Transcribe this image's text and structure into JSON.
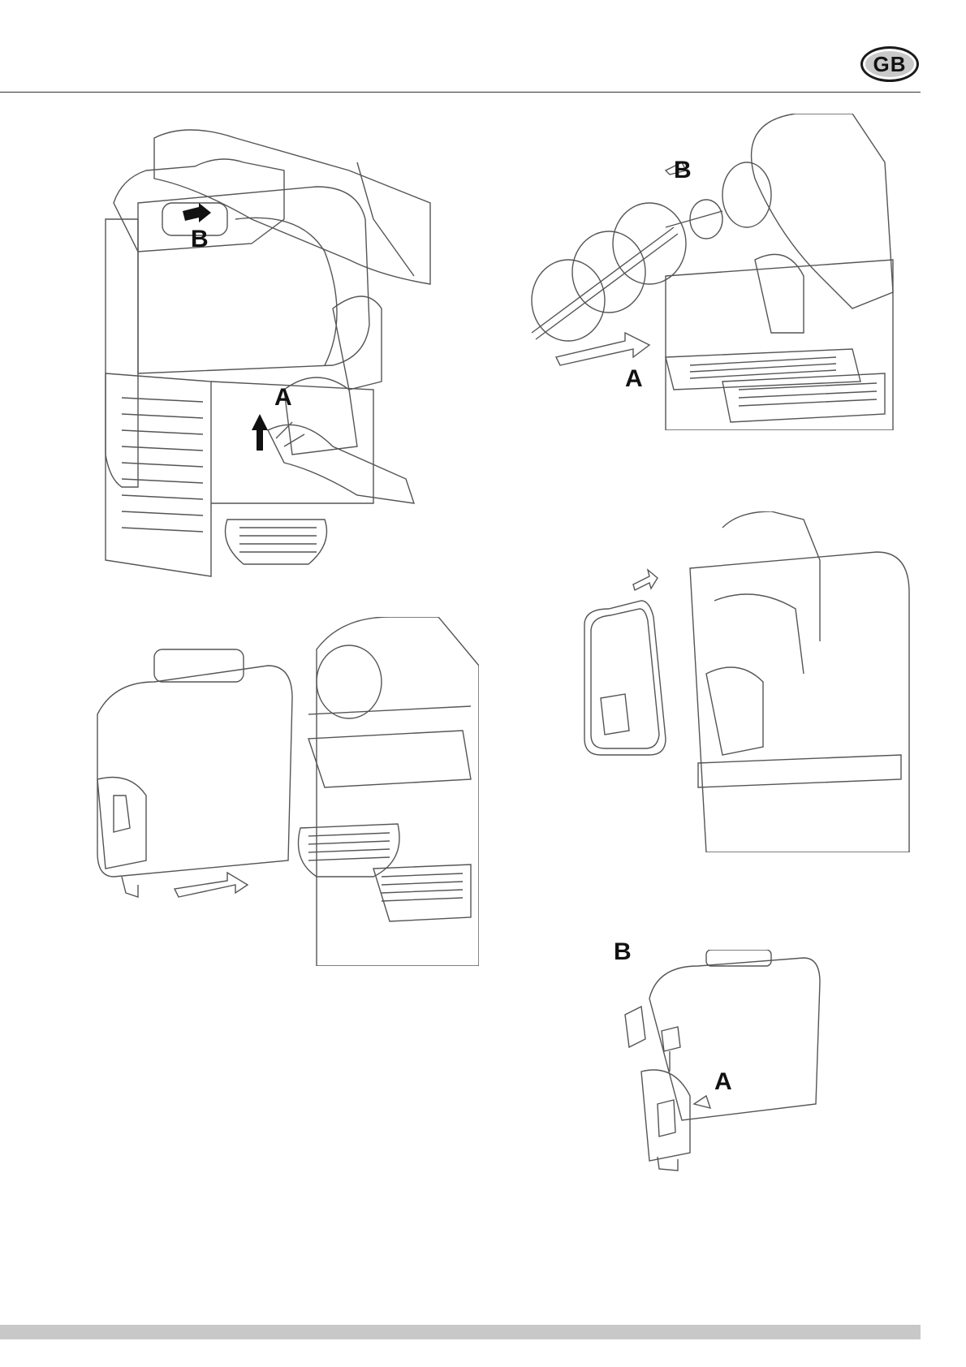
{
  "header": {
    "language_badge": "GB"
  },
  "figures": [
    {
      "id": "fig-remove-bowl-release",
      "callouts": [
        "A",
        "B"
      ]
    },
    {
      "id": "fig-auger-removal",
      "callouts": [
        "B",
        "A"
      ]
    },
    {
      "id": "fig-bowl-pulled-out",
      "callouts": []
    },
    {
      "id": "fig-gasket-removal",
      "callouts": []
    },
    {
      "id": "fig-tap-disassembly",
      "callouts": [
        "B",
        "A"
      ]
    }
  ],
  "colors": {
    "line": "#555555",
    "badge_fill": "#c9c9c9",
    "footer_bar": "#c8c8c8"
  }
}
